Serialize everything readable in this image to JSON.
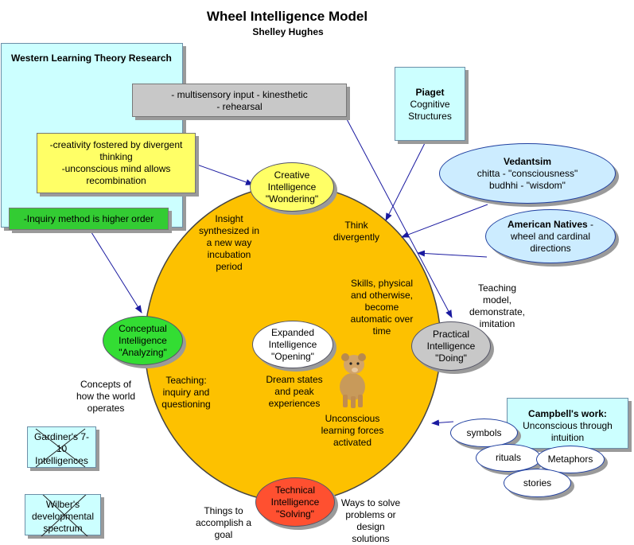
{
  "title": "Wheel Intelligence Model",
  "author": "Shelley Hughes",
  "colors": {
    "wheel": "#fdc100",
    "light_blue": "#ccffff",
    "yellow": "#ffff66",
    "green_box": "#33cc33",
    "grey_box": "#c8c8c8",
    "creative": "#ffff66",
    "conceptual": "#33dd33",
    "expanded": "#ffffff",
    "practical": "#c8c8c8",
    "technical": "#ff5030",
    "blue_oval": "#ccecff"
  },
  "western": {
    "label": "Western Learning Theory Research"
  },
  "multisensory": {
    "line1": "- multisensory input  - kinesthetic",
    "line2": "- rehearsal"
  },
  "creativity": {
    "line1": "-creativity fostered by divergent",
    "line2": "thinking",
    "line3": "-unconscious mind allows",
    "line4": "recombination"
  },
  "inquiry": {
    "label": "-Inquiry method is higher order"
  },
  "piaget": {
    "title": "Piaget",
    "line1": "Cognitive",
    "line2": "Structures"
  },
  "vedantsim": {
    "title": "Vedantsim",
    "line1": "chitta - \"consciousness\"",
    "line2": "budhhi - \"wisdom\""
  },
  "american": {
    "title": "American Natives",
    "suffix": " -",
    "line1": "wheel and cardinal",
    "line2": "directions"
  },
  "campbell": {
    "title": "Campbell's work:",
    "line1": "Unconscious through",
    "line2": "intuition"
  },
  "campbell_ovals": {
    "symbols": "symbols",
    "rituals": "rituals",
    "metaphors": "Metaphors",
    "stories": "stories"
  },
  "gardiner": {
    "line1": "Gardiner's 7-",
    "line2": "10",
    "line3": "Intelligences"
  },
  "wilber": {
    "line1": "Wilber's",
    "line2": "developmental",
    "line3": "spectrum"
  },
  "nodes": {
    "creative": {
      "line1": "Creative",
      "line2": "Intelligence",
      "line3": "\"Wondering\""
    },
    "conceptual": {
      "line1": "Conceptual",
      "line2": "Intelligence",
      "line3": "\"Analyzing\""
    },
    "expanded": {
      "line1": "Expanded",
      "line2": "Intelligence",
      "line3": "\"Opening\""
    },
    "practical": {
      "line1": "Practical",
      "line2": "Intelligence",
      "line3": "\"Doing\""
    },
    "technical": {
      "line1": "Technical",
      "line2": "Intelligence",
      "line3": "\"Solving\""
    }
  },
  "notes": {
    "insight": [
      "Insight",
      "synthesized in",
      "a new way",
      "incubation",
      "period"
    ],
    "think": [
      "Think",
      "divergently"
    ],
    "skills": [
      "Skills, physical",
      "and otherwise,",
      "become",
      "automatic over",
      "time"
    ],
    "teaching_model": [
      "Teaching",
      "model,",
      "demonstrate,",
      "imitation"
    ],
    "concepts": [
      "Concepts of",
      "how the world",
      "operates"
    ],
    "teaching_inquiry": [
      "Teaching:",
      "inquiry and",
      "questioning"
    ],
    "dream": [
      "Dream states",
      "and peak",
      "experiences"
    ],
    "unconscious": [
      "Unconscious",
      "learning forces",
      "activated"
    ],
    "things": [
      "Things to",
      "accomplish a",
      "goal"
    ],
    "ways": [
      "Ways to solve",
      "problems or",
      "design",
      "solutions"
    ]
  }
}
